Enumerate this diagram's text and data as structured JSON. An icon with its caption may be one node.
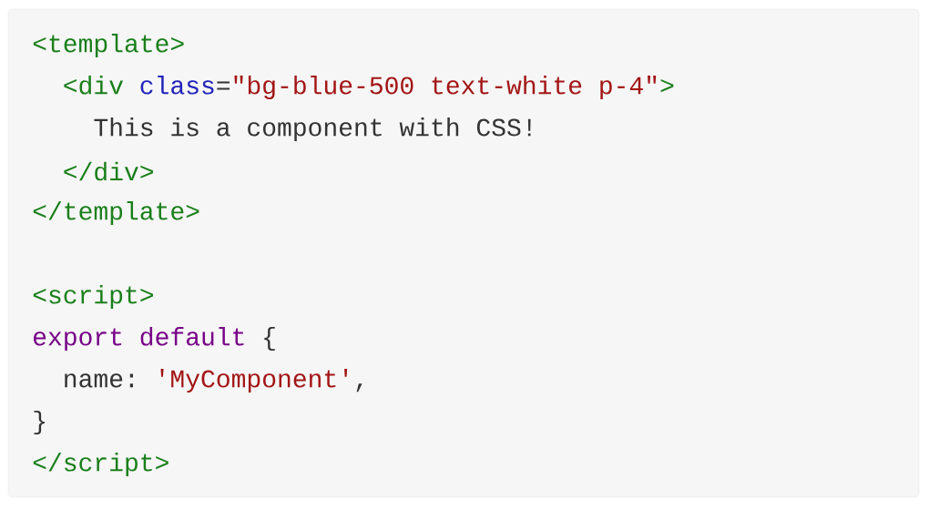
{
  "diagram": {
    "labels": [
      "<template>",
      "<div",
      "class",
      "=",
      "\"bg-blue-500 text-white p-4\"",
      ">",
      "This is a component with CSS!",
      "</div>",
      "</template>",
      "<script>",
      "export",
      "default",
      "{",
      "name:",
      "'MyComponent'",
      ",",
      "}",
      "</script>"
    ]
  }
}
